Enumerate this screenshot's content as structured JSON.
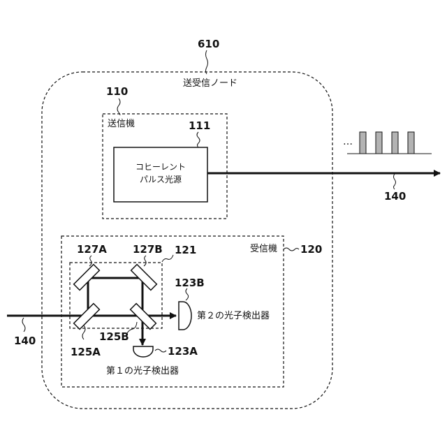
{
  "node": {
    "ref": "610",
    "title": "送受信ノード"
  },
  "transmitter": {
    "ref": "110",
    "title": "送信機",
    "source": {
      "ref": "111",
      "line1": "コヒーレント",
      "line2": "パルス光源"
    }
  },
  "output_channel": {
    "ref": "140",
    "ellipsis": "…"
  },
  "receiver": {
    "ref": "120",
    "title": "受信機",
    "interferometer_ref": "121",
    "mirror_top_left": "127A",
    "mirror_top_right": "127B",
    "splitter_bottom_left": "125A",
    "splitter_bottom_right": "125B",
    "detector_2": {
      "ref": "123B",
      "label": "第２の光子検出器"
    },
    "detector_1": {
      "ref": "123A",
      "label": "第１の光子検出器"
    }
  },
  "input_channel": {
    "ref": "140"
  },
  "colors": {
    "stroke": "#111111",
    "pulse_fill": "#b3b3b3",
    "background": "#ffffff"
  }
}
